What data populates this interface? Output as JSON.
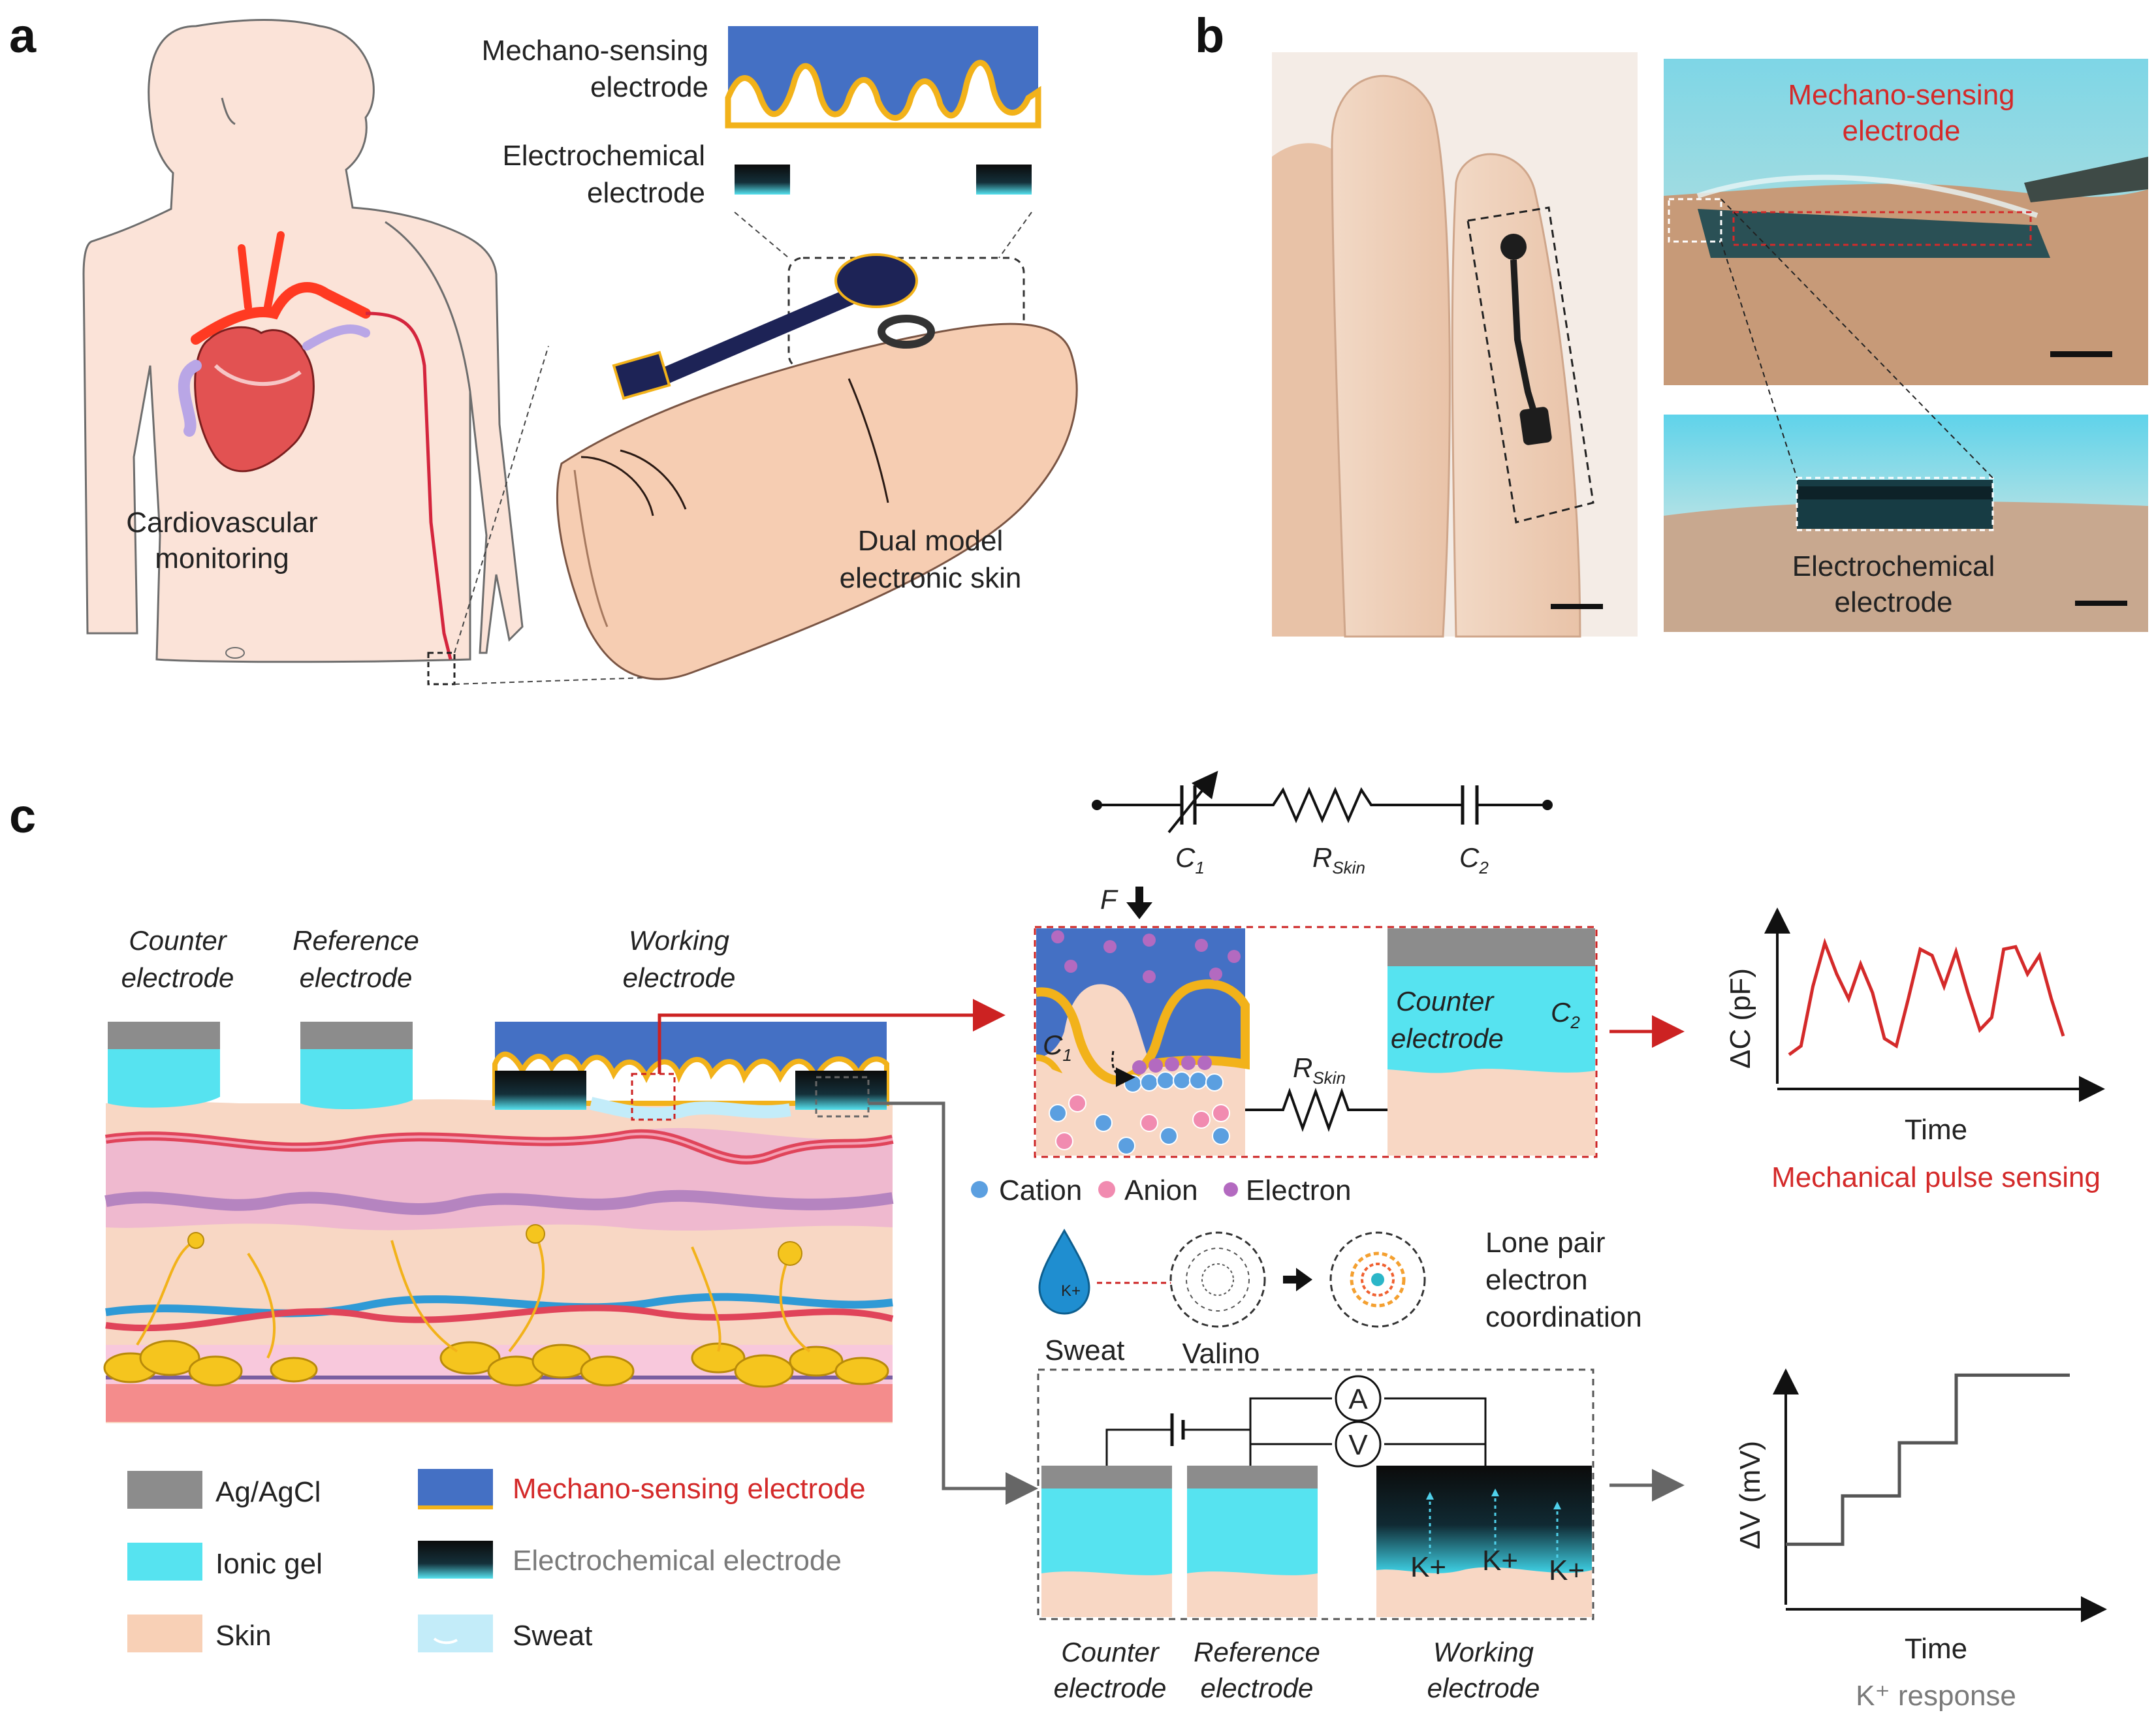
{
  "panels": {
    "a": "a",
    "b": "b",
    "c": "c"
  },
  "panel_a": {
    "mechano_line1": "Mechano-sensing",
    "mechano_line2": "electrode",
    "electro_line1": "Electrochemical",
    "electro_line2": "electrode",
    "cardio_line1": "Cardiovascular",
    "cardio_line2": "monitoring",
    "skin_line1": "Dual model",
    "skin_line2": "electronic skin"
  },
  "panel_b": {
    "mechano_line1": "Mechano-sensing",
    "mechano_line2": "electrode",
    "electro_line1": "Electrochemical",
    "electro_line2": "electrode"
  },
  "panel_c": {
    "electrodes_top": [
      {
        "line1": "Counter",
        "line2": "electrode"
      },
      {
        "line1": "Reference",
        "line2": "electrode"
      },
      {
        "line1": "Working",
        "line2": "electrode"
      }
    ],
    "circuit": {
      "c1": "C",
      "c1_sub": "1",
      "r": "R",
      "r_sub": "Skin",
      "c2": "C",
      "c2_sub": "2"
    },
    "force": "F",
    "box_c1": "C",
    "box_c1_sub": "1",
    "box_r": "R",
    "box_r_sub": "Skin",
    "box_counter_line1": "Counter",
    "box_counter_line2": "electrode",
    "box_c2": "C",
    "box_c2_sub": "2",
    "ions": {
      "cation": "Cation",
      "anion": "Anion",
      "electron": "Electron"
    },
    "sweat": "Sweat",
    "valino": "Valino",
    "lone_line1": "Lone pair",
    "lone_line2": "electron",
    "lone_line3": "coordination",
    "k_drop": "K+",
    "meter_a": "A",
    "meter_v": "V",
    "kplus": "K+",
    "bottom_electrodes": [
      {
        "line1": "Counter",
        "line2": "electrode"
      },
      {
        "line1": "Reference",
        "line2": "electrode"
      },
      {
        "line1": "Working",
        "line2": "electrode"
      }
    ],
    "legend": [
      {
        "label": "Ag/AgCl",
        "color": "#8c8c8c"
      },
      {
        "label": "Ionic gel",
        "color": "#56e3f0"
      },
      {
        "label": "Skin",
        "color": "#f8d0b6"
      },
      {
        "label": "Mechano-sensing electrode",
        "color": "#4470c4"
      },
      {
        "label": "Electrochemical electrode",
        "color": "#111111"
      },
      {
        "label": "Sweat",
        "color": "#c3ecf9"
      }
    ]
  },
  "charts": {
    "cap": {
      "ylabel": "ΔC (pF)",
      "xlabel": "Time",
      "caption": "Mechanical pulse sensing"
    },
    "volt": {
      "ylabel": "ΔV (mV)",
      "xlabel": "Time",
      "caption": "K⁺ response"
    }
  }
}
